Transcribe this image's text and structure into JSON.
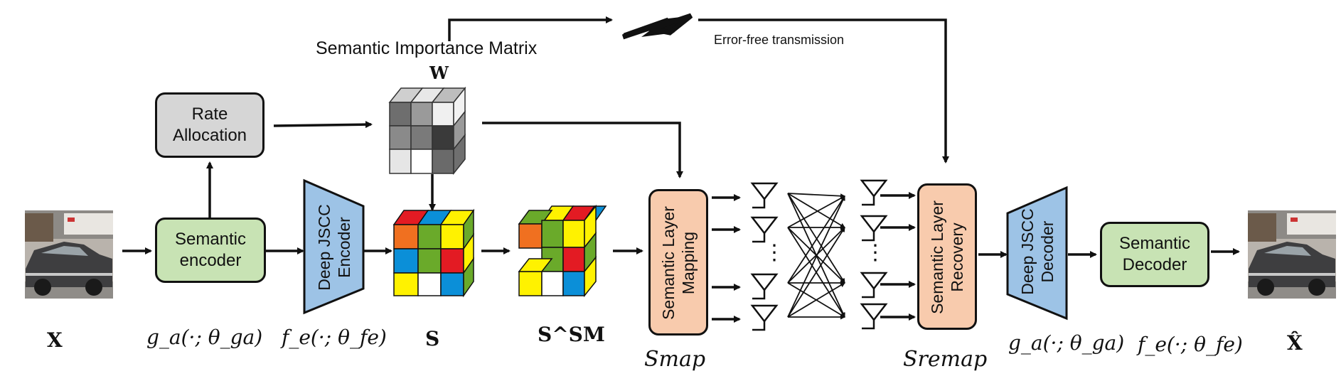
{
  "colors": {
    "green_box": "#c8e3b4",
    "gray_box": "#d6d6d6",
    "orange_box": "#f8cbad",
    "blue_trap": "#9dc3e6",
    "cube_red": "#e31b23",
    "cube_green": "#6aaa2a",
    "cube_blue": "#0b8fd8",
    "cube_yellow": "#fff200",
    "cube_orange": "#f07020",
    "stroke": "#111111"
  },
  "top": {
    "matrix_title": "Semantic Importance Matrix",
    "matrix_symbol": "W",
    "error_free": "Error-free transmission"
  },
  "blocks": {
    "rate_allocation": "Rate\nAllocation",
    "semantic_encoder": "Semantic\nencoder",
    "deep_jscc_encoder": "Deep JSCC\nEncoder",
    "semantic_layer_mapping": "Semantic Layer\nMapping",
    "semantic_layer_recovery": "Semantic Layer\nRecovery",
    "deep_jscc_decoder": "Deep JSCC\nDecoder",
    "semantic_decoder": "Semantic\nDecoder"
  },
  "labels": {
    "x": "X",
    "ga_enc": "g_a(·; θ_ga)",
    "fe_enc": "f_e(·; θ_fe)",
    "s": "S",
    "s_sm": "S^SM",
    "smap": "Smap",
    "sremap": "Sremap",
    "ga_dec": "g_a(·; θ_ga)",
    "fe_dec": "f_e(·; θ_fe)",
    "x_hat": "X̂"
  },
  "channel": {
    "dots": "⋮"
  },
  "icons": {
    "input_image": "car-photo",
    "output_image": "car-photo",
    "wireless_link": "lightning-bolt-icon",
    "antenna": "antenna-icon"
  }
}
